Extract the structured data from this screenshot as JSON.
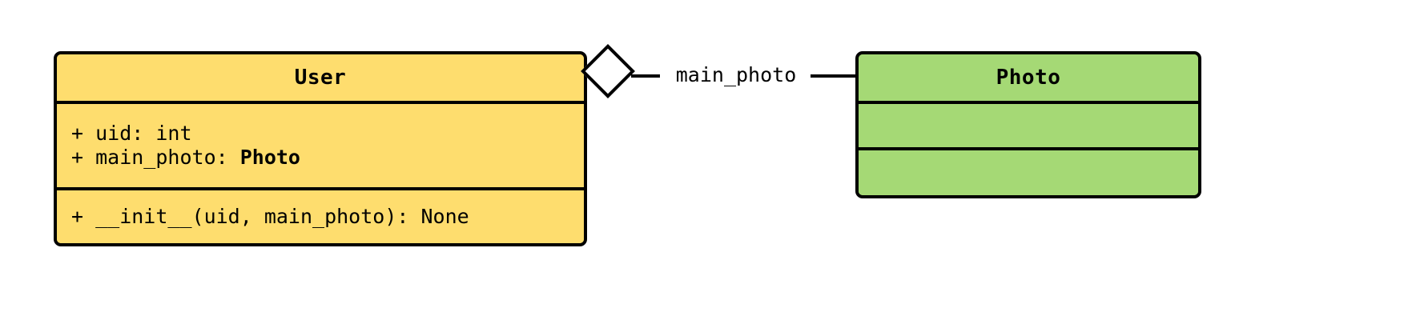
{
  "diagram": {
    "type": "uml-class-diagram",
    "background_color": "#FFFFFF",
    "border_color": "#000000",
    "classes": [
      {
        "name": "User",
        "fill_color": "#FEDD6E",
        "attributes": [
          {
            "visibility": "+",
            "text": "+ uid: int",
            "name": "uid",
            "type": "int"
          },
          {
            "visibility": "+",
            "prefix": "+ main_photo: ",
            "type_ref": "Photo",
            "name": "main_photo",
            "type": "Photo"
          }
        ],
        "methods": [
          {
            "visibility": "+",
            "text": "+ __init__(uid, main_photo): None",
            "name": "__init__",
            "params": "uid, main_photo",
            "returns": "None"
          }
        ]
      },
      {
        "name": "Photo",
        "fill_color": "#A5D975",
        "attributes": [],
        "methods": []
      }
    ],
    "relationship": {
      "kind": "aggregation",
      "marker": "open-diamond",
      "label": "main_photo",
      "source": "User",
      "target": "Photo"
    }
  }
}
